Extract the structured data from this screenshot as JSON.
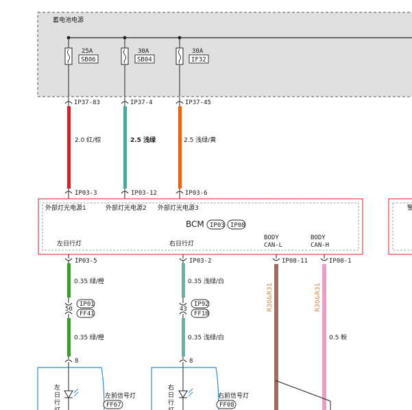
{
  "power_source": {
    "label": "蓄电池电源"
  },
  "fuses": [
    {
      "rating": "25A",
      "id": "SB06"
    },
    {
      "rating": "30A",
      "id": "SB04"
    },
    {
      "rating": "30A",
      "id": "IF32"
    }
  ],
  "upper_pins": [
    "IP37-83",
    "IP37-4",
    "IP37-45"
  ],
  "upper_wires": [
    {
      "label": "2.0 红/棕",
      "color": "#c8272d"
    },
    {
      "label": "2.5 浅绿",
      "color": "#4aa89a"
    },
    {
      "label": "2.5 浅绿/黄",
      "color": "#e8621c"
    }
  ],
  "bcm_in_pins": [
    "IP03-3",
    "IP03-12",
    "IP03-6"
  ],
  "bcm": {
    "title": "BCM",
    "connectors": [
      "IP03",
      "IP08"
    ],
    "inputs": [
      "外部灯光电源1",
      "外部灯光电源2",
      "外部灯光电源3"
    ],
    "outputs": [
      "左日行灯",
      "右日行灯"
    ],
    "can_l": [
      "BODY",
      "CAN-L"
    ],
    "can_h": [
      "BODY",
      "CAN-H"
    ]
  },
  "next_module_glyph": "警",
  "bcm_out_pins": [
    "IP03-5",
    "IP03-2",
    "IP08-11",
    "IP08-1"
  ],
  "lower_wires": [
    {
      "label": "0.35 绿/橙",
      "color": "#3d9a2c"
    },
    {
      "label": "0.35 浅绿/白",
      "color": "#63b3a3"
    }
  ],
  "can_wires": [
    {
      "tag": "R30&R31",
      "label": "",
      "color": "#a36a60"
    },
    {
      "tag": "R30&R31",
      "label": "0.5 粉",
      "color": "#eaa0c6"
    }
  ],
  "inline_connectors": [
    {
      "pin": "50",
      "ids": [
        "IP01",
        "FF41"
      ]
    },
    {
      "pin": "43",
      "ids": [
        "IP92",
        "FF18"
      ]
    }
  ],
  "lower_wires_2": [
    {
      "label": "0.35 绿/橙"
    },
    {
      "label": "0.35 浅绿/白"
    }
  ],
  "lamp_pins": [
    "8",
    "8"
  ],
  "lamps": [
    {
      "side": [
        "左",
        "日",
        "行",
        "灯"
      ],
      "name": "左前信号灯",
      "id": "FF67"
    },
    {
      "side": [
        "右",
        "日",
        "行",
        "灯"
      ],
      "name": "右前信号灯",
      "id": "FF08"
    }
  ]
}
